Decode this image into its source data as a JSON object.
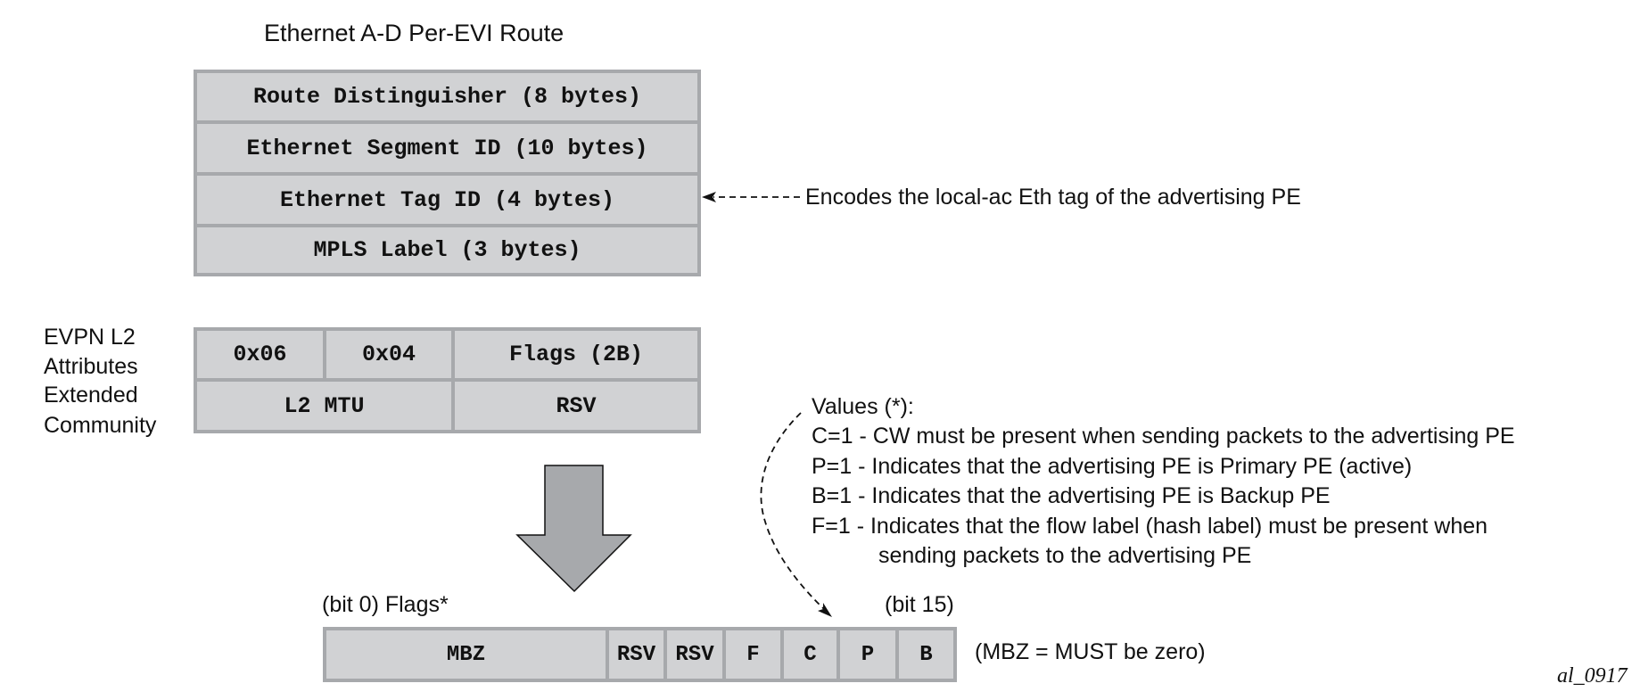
{
  "route": {
    "title": "Ethernet A-D Per-EVI Route",
    "fields": [
      "Route Distinguisher (8 bytes)",
      "Ethernet Segment ID (10 bytes)",
      "Ethernet Tag ID (4 bytes)",
      "MPLS Label (3 bytes)"
    ],
    "tag_annotation": "Encodes the local-ac Eth tag of the advertising PE"
  },
  "community": {
    "label_lines": [
      "EVPN L2",
      "Attributes",
      "Extended",
      "Community"
    ],
    "row1": [
      "0x06",
      "0x04",
      "Flags (2B)"
    ],
    "row2": [
      "L2 MTU",
      "RSV"
    ]
  },
  "values": {
    "heading": "Values (*):",
    "lines": [
      "C=1 - CW must be present when sending packets to the advertising PE",
      "P=1 - Indicates that the advertising PE is Primary PE (active)",
      "B=1 - Indicates that the advertising PE is Backup PE",
      "F=1 - Indicates that the flow label (hash label) must be present when"
    ],
    "continuation": "sending packets to the advertising PE"
  },
  "flags": {
    "start_label": "(bit 0) Flags*",
    "end_label": "(bit 15)",
    "cells": [
      "MBZ",
      "RSV",
      "RSV",
      "F",
      "C",
      "P",
      "B"
    ],
    "note": "(MBZ = MUST be zero)"
  },
  "figure_id": "al_0917",
  "colors": {
    "cell_fill": "#d1d2d4",
    "cell_border": "#a7a9ac",
    "arrow_fill": "#a7a9ac"
  }
}
